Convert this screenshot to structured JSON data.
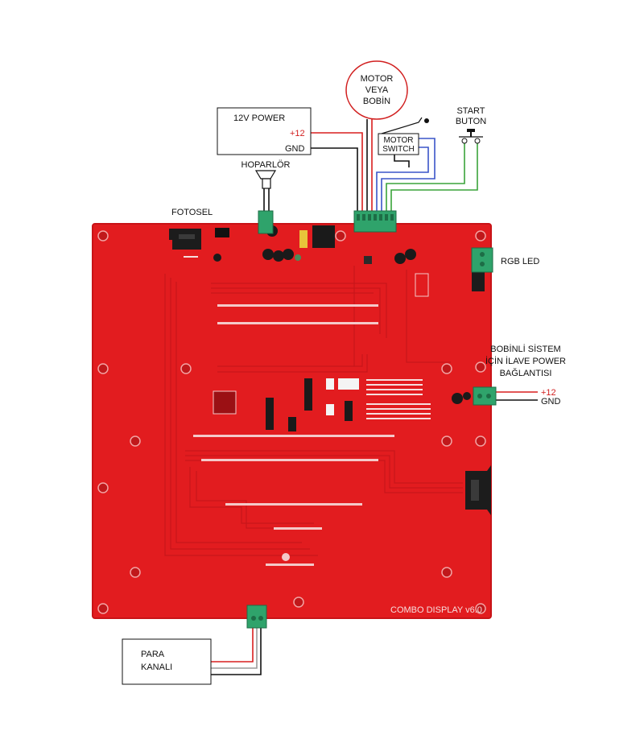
{
  "labels": {
    "motor_coil": [
      "MOTOR",
      "VEYA",
      "BOBİN"
    ],
    "start_button": [
      "START",
      "BUTON"
    ],
    "power_box_title": "12V POWER",
    "plus12": "+12",
    "gnd": "GND",
    "motor_switch": [
      "MOTOR",
      "SWITCH"
    ],
    "speaker": "HOPARLÖR",
    "photocell": "FOTOSEL",
    "rgb_led": "RGB LED",
    "coil_power": [
      "BOBİNLİ SİSTEM",
      "İÇİN İLAVE POWER",
      "BAĞLANTISI"
    ],
    "coin_channel": [
      "PARA",
      "KANALI"
    ],
    "board_name": "COMBO DISPLAY v6.0"
  },
  "colors": {
    "pcb": "#e21c1f",
    "pcb_edge": "#c81317",
    "terminal": "#2fa36b",
    "wire_red": "#d81e1e",
    "wire_black": "#111111",
    "wire_blue": "#3a55c8",
    "wire_green": "#3aa33a",
    "wire_gray": "#9a9a9a"
  }
}
